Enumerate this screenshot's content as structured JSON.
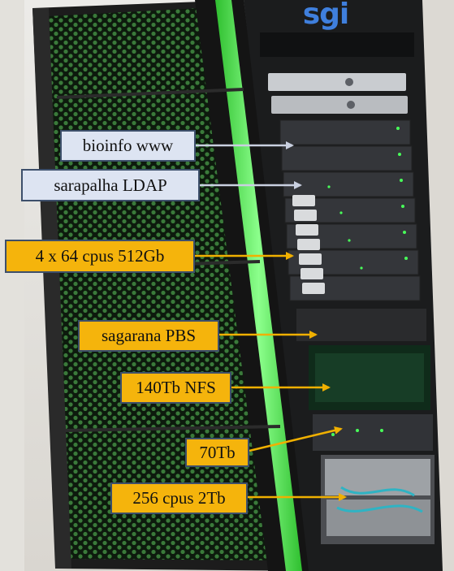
{
  "rack": {
    "brand": "sgi",
    "colors": {
      "background": "#e9e7e3",
      "door_frame": "#1f1f1f",
      "door_mesh": "#1a5a1a",
      "door_edge_light": "#6cf06c",
      "cabinet": "#1b1c1d",
      "server_face": "#3a3b3d",
      "server_silver": "#c9ccd0",
      "brand_blue": "#3f7fdd",
      "arrow_gray": "#c9d0e0",
      "arrow_gold": "#f0b000"
    }
  },
  "labels": [
    {
      "text": "bioinfo  www",
      "style": "info"
    },
    {
      "text": "sarapalha LDAP",
      "style": "info"
    },
    {
      "text": "4 x 64 cpus 512Gb",
      "style": "node"
    },
    {
      "text": "sagarana PBS",
      "style": "node"
    },
    {
      "text": "140Tb NFS",
      "style": "node"
    },
    {
      "text": "70Tb",
      "style": "node"
    },
    {
      "text": "256 cpus 2Tb",
      "style": "node"
    }
  ]
}
